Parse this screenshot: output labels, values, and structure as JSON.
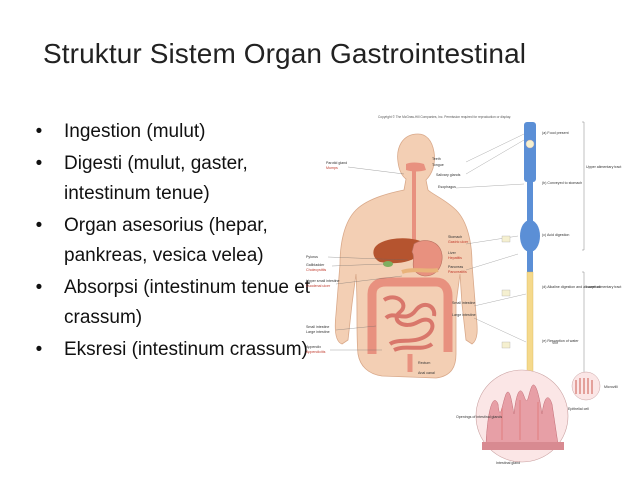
{
  "title": "Struktur Sistem Organ Gastrointestinal",
  "bullets": [
    {
      "symbol": "•",
      "text": "Ingestion (mulut)"
    },
    {
      "symbol": "•",
      "text": "Digesti (mulut, gaster, intestinum tenue)"
    },
    {
      "symbol": "•",
      "text": "Organ asesorius (hepar, pankreas, vesica velea)"
    },
    {
      "symbol": "•",
      "text": "Absorpsi (intestinum tenue et crassum)"
    },
    {
      "symbol": "•",
      "text": "Eksresi (intestinum crassum)"
    }
  ],
  "figure": {
    "copyright": "Copyright © The McGraw-Hill Companies, Inc. Permission required for reproduction or display.",
    "labels_left": [
      "Parotid gland",
      "Mumps",
      "Pylorus",
      "Gallbladder",
      "Cholecystitis",
      "Upper small intestine",
      "Duodenal ulcer",
      "Small intestine",
      "Large intestine",
      "Appendix",
      "Appendicitis"
    ],
    "labels_mid": [
      "Teeth",
      "Tongue",
      "Salivary glands",
      "Esophagus",
      "Stomach",
      "Gastric ulcer",
      "Liver",
      "Hepatitis",
      "Pancreas",
      "Pancreatitis",
      "Small intestine",
      "Large intestine",
      "Rectum",
      "Anal canal"
    ],
    "labels_right": [
      "(a) Food present",
      "(b) Conveyed to stomach",
      "(c) Acid digestion",
      "(d) Alkaline digestion and absorption",
      "(e) Resorption of water",
      "Upper alimentary tract",
      "Lower alimentary tract"
    ],
    "labels_bottom": [
      "Openings of intestinal glands",
      "Intestinal gland",
      "Villi",
      "Microvilli",
      "Epithelial cell"
    ],
    "colors": {
      "skin": "#f3cfb4",
      "organ": "#e8917f",
      "liver": "#b5542f",
      "tube_blue": "#5b8fd6",
      "tube_yellow": "#f5d98b",
      "villi": "#e79fa6"
    }
  }
}
